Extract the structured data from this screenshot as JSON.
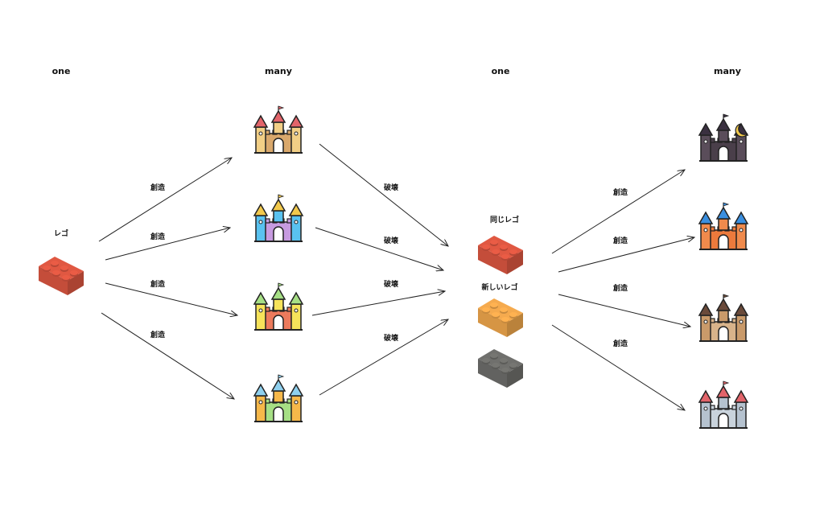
{
  "headers": [
    "one",
    "many",
    "one",
    "many"
  ],
  "source": {
    "label": "レゴ",
    "color": "#d5543f"
  },
  "middle": {
    "same_label": "同じレゴ",
    "new_label": "新しいレゴ",
    "bricks": [
      {
        "name": "red",
        "color": "#d5543f"
      },
      {
        "name": "orange",
        "color": "#e9a24a"
      },
      {
        "name": "gray",
        "color": "#6b6b68"
      }
    ]
  },
  "edges": {
    "create_label": "創造",
    "destroy_label": "破壊"
  },
  "castles_left": [
    {
      "name": "beige-castle",
      "wall": "#d9a86c",
      "tower": "#f2cf86",
      "roof": "#e2646a"
    },
    {
      "name": "purple-castle",
      "wall": "#c79be0",
      "tower": "#59c2f0",
      "roof": "#f2c94c"
    },
    {
      "name": "bouncy-castle-red",
      "wall": "#ec7a5c",
      "tower": "#f6e35a",
      "roof": "#a6df85"
    },
    {
      "name": "bouncy-castle-green",
      "wall": "#a6df85",
      "tower": "#f6b84a",
      "roof": "#8fd0ee"
    }
  ],
  "castles_right": [
    {
      "name": "haunted-castle",
      "wall": "#4a3f4a",
      "tower": "#5a4d5a",
      "roof": "#3a3040"
    },
    {
      "name": "orange-castle",
      "wall": "#ec7a3c",
      "tower": "#f08a4c",
      "roof": "#3a8fe0"
    },
    {
      "name": "brown-castle",
      "wall": "#d8b38a",
      "tower": "#c99a6a",
      "roof": "#6a4a3a"
    },
    {
      "name": "gray-castle",
      "wall": "#c9d3dc",
      "tower": "#b5c2cf",
      "roof": "#e2646a"
    }
  ]
}
